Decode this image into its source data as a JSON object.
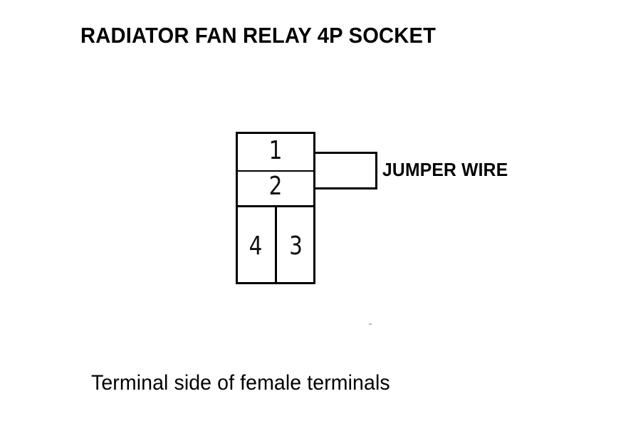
{
  "diagram": {
    "title": "RADIATOR FAN RELAY 4P SOCKET",
    "caption": "Terminal side of female terminals",
    "jumper_label": "JUMPER WIRE",
    "ink_color": "#000000",
    "background_color": "#ffffff",
    "socket": {
      "pin_count": "4P",
      "terminals": [
        {
          "number": "1",
          "position": "top-row-full-width"
        },
        {
          "number": "2",
          "position": "second-row-full-width"
        },
        {
          "number": "4",
          "position": "bottom-row-left"
        },
        {
          "number": "3",
          "position": "bottom-row-right"
        }
      ]
    },
    "jumper_wire": {
      "label": "JUMPER WIRE",
      "connects_from": "1",
      "connects_to": "2"
    }
  }
}
